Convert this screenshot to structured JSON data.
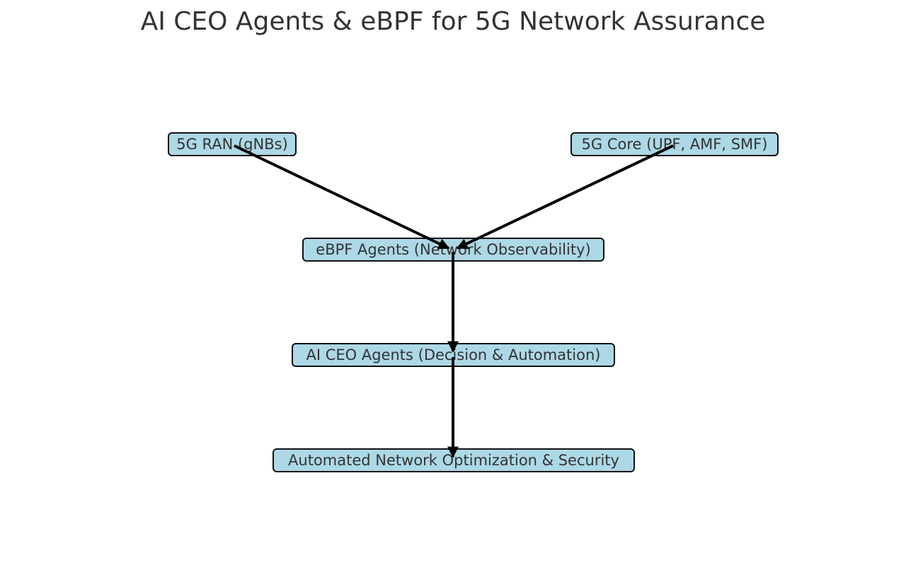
{
  "title": "AI CEO Agents & eBPF for 5G Network Assurance",
  "colors": {
    "node_fill": "#add8e6",
    "node_border": "#111111",
    "edge": "#000000",
    "text": "#333333"
  },
  "nodes": [
    {
      "id": "ran",
      "label": "5G RAN (gNBs)"
    },
    {
      "id": "core",
      "label": "5G Core (UPF, AMF, SMF)"
    },
    {
      "id": "ebpf",
      "label": "eBPF Agents (Network Observability)"
    },
    {
      "id": "aiceo",
      "label": "AI CEO Agents (Decision & Automation)"
    },
    {
      "id": "auto",
      "label": "Automated Network Optimization & Security"
    }
  ],
  "edges": [
    {
      "from": "ran",
      "to": "ebpf"
    },
    {
      "from": "core",
      "to": "ebpf"
    },
    {
      "from": "ebpf",
      "to": "aiceo"
    },
    {
      "from": "aiceo",
      "to": "auto"
    }
  ]
}
